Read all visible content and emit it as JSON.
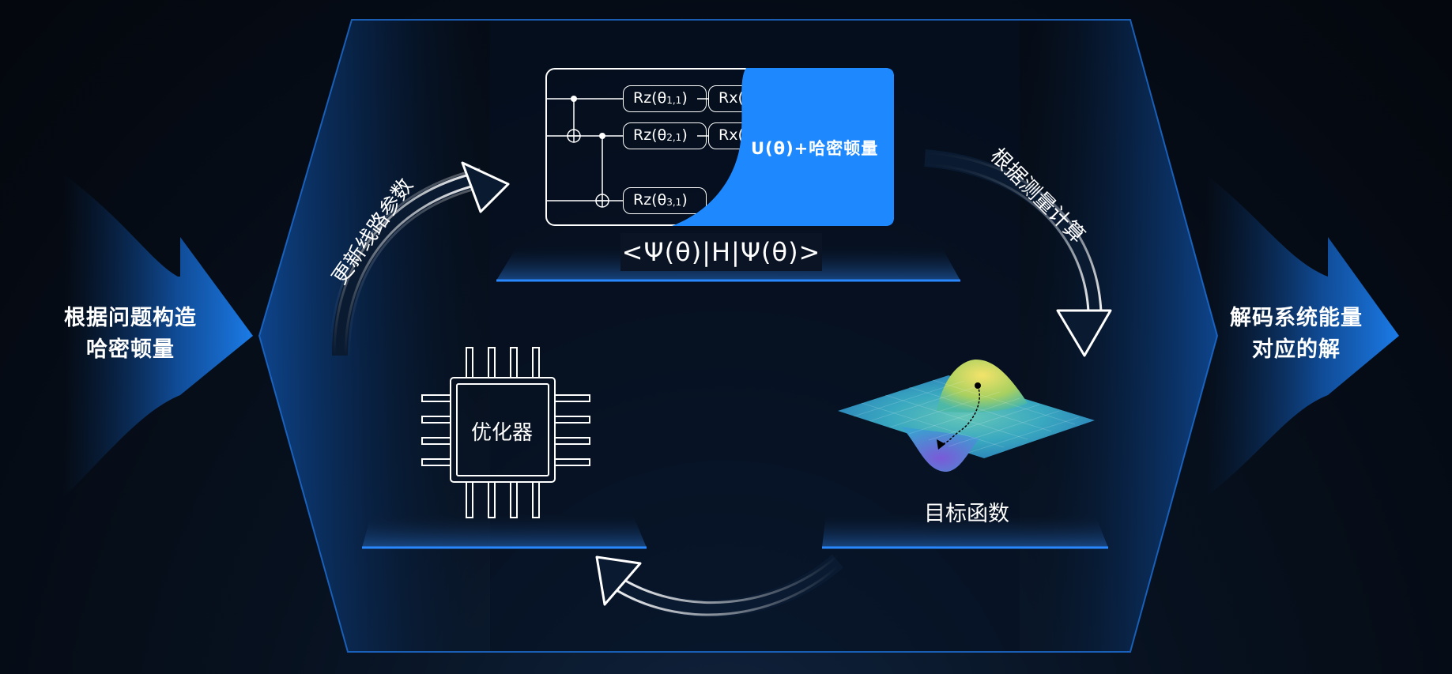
{
  "left_label": {
    "line1": "根据问题构造",
    "line2": "哈密顿量"
  },
  "right_label": {
    "line1": "解码系统能量",
    "line2": "对应的解"
  },
  "circuit": {
    "gate_r1c1": {
      "prefix": "Rz(θ",
      "sub": "1,1",
      "suffix": ")"
    },
    "gate_r2c1": {
      "prefix": "Rz(θ",
      "sub": "2,1",
      "suffix": ")"
    },
    "gate_r3c1": {
      "prefix": "Rz(θ",
      "sub": "3,1",
      "suffix": ")"
    },
    "gate_r1c2": "Rx(",
    "gate_r2c2": "Rx(",
    "overlay_label": "U(θ)+哈密顿量",
    "expectation": "<Ψ(θ)|H|Ψ(θ)>"
  },
  "arrows": {
    "update_params": "更新线路参数",
    "compute_from_measure": "根据测量计算"
  },
  "optimizer_label": "优化器",
  "objective_label": "目标函数",
  "colors": {
    "accent_blue": "#1e88ff",
    "panel_blue": "#0d3a73",
    "background": "#04070d"
  }
}
